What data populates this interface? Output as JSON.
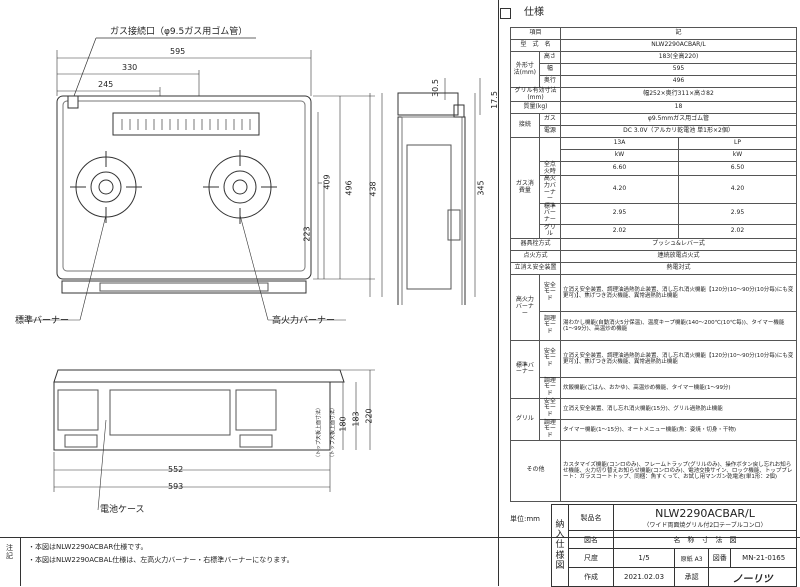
{
  "header": {
    "icon": "blank-square",
    "title": "仕様"
  },
  "spec": {
    "h_item": "項目",
    "h_note": "記",
    "model_label": "型　式　名",
    "model": "NLW2290ACBAR/L",
    "dims_label": "外形寸法(mm)",
    "height_label": "高さ",
    "height": "183(全高220)",
    "width_label": "幅",
    "width": "595",
    "depth_label": "奥行",
    "depth": "496",
    "grill_dim_label": "グリル有効寸法(mm)",
    "grill_dim": "幅252×奥行311×高さ82",
    "weight_label": "質量(kg)",
    "weight": "18",
    "conn_label": "接続",
    "gas_label": "ガス",
    "gas": "φ9.5mmガス用ゴム管",
    "power_label": "電源",
    "power": "DC 3.0V（アルカリ乾電池 単1形×2個）",
    "col_13a": "13A",
    "col_lp": "LP",
    "unit_kw": "kW",
    "cons_label": "ガス消費量",
    "rows": [
      {
        "label": "全点火時",
        "a": "6.60",
        "b": "6.50"
      },
      {
        "label": "高火力バーナー",
        "a": "4.20",
        "b": "4.20"
      },
      {
        "label": "標準バーナー",
        "a": "2.95",
        "b": "2.95"
      },
      {
        "label": "グリル",
        "a": "2.02",
        "b": "2.02"
      }
    ],
    "control_label": "器具栓方式",
    "control": "プッシュ&レバー式",
    "ignition_label": "点火方式",
    "ignition": "連続放電点火式",
    "safety_label": "立消え安全装置",
    "safety": "熱電対式",
    "hi_label": "高火力バーナー",
    "std_label": "標準バーナー",
    "grill_label": "グリル",
    "mode_safe": "安全モード",
    "mode_cook": "調理モード",
    "hi_safe": "立消え安全装置、調理油過熱防止装置、消し忘れ消火機能【120分(10〜90分(10分毎)にも変更可)】、焦げつき消火機能、異常過熱防止機能",
    "hi_cook": "湯わかし機能(自動消火5分保温)、温度キープ機能(140〜200℃(10℃毎))、タイマー機能(1〜99分)、高温炒め機能",
    "std_safe": "立消え安全装置、調理油過熱防止装置、消し忘れ消火機能【120分(10〜90分(10分毎)にも変更可)】、焦げつき消火機能、異常過熱防止機能",
    "std_cook": "炊飯機能(ごはん、おかゆ)、高温炒め機能、タイマー機能(1〜99分)",
    "gr_safe": "立消え安全装置、消し忘れ消火機能(15分)、グリル過熱防止機能",
    "gr_cook": "タイマー機能(1〜15分)、オートメニュー機能(魚：姿焼・切身・干物)",
    "other_label": "その他",
    "other": "カスタマイズ機能(コンロのみ)、フレームトラップ(グリルのみ)、操作ボタン戻し忘れお知らせ機能、火力切り替えお知らせ機能(コンロのみ)、電池交換サイン、ロック機能、トッププレート：ガラスコートトップ、同梱：魚すくって、お試し用マンガン乾電池(単1形：2個)"
  },
  "drawing": {
    "gas_inlet": "ガス接続口（φ9.5ガス用ゴム管）",
    "std_burner": "標準バーナー",
    "hi_burner": "高火力バーナー",
    "battery": "電池ケース",
    "d595": "595",
    "d330": "330",
    "d245": "245",
    "d409": "409",
    "d223": "223",
    "d496": "496",
    "d438": "438",
    "d30_5": "30.5",
    "d17_5": "17.5",
    "d345": "345",
    "d552": "552",
    "d593": "593",
    "d180": "180",
    "d183": "183",
    "d220": "220",
    "vlabel1": "（トップ天板上面寸法）",
    "vlabel2": "（トップ天板上面寸法）"
  },
  "footer": {
    "unit": "単位:mm",
    "note_label": "注記",
    "note1": "・本図はNLW2290ACBAR仕様です。",
    "note2": "・本図はNLW2290ACBAL仕様は、左高火力バーナー・右標準バーナーになります。",
    "sheet_title": "納入仕様図",
    "product_label": "製品名",
    "product": "NLW2290ACBAR/L",
    "product_sub": "（ワイド両面焼グリル付2口テーブルコンロ）",
    "drawing_label": "図名",
    "drawing_name": "名　称　寸　法　図",
    "scale_label": "尺度",
    "scale": "1/5",
    "orig_label": "原紙",
    "paper": "A3",
    "num_label": "図番",
    "num": "MN-21-0165",
    "made_label": "作成",
    "date": "2021.02.03",
    "ok_label": "承認",
    "logo": "ノーリツ"
  }
}
